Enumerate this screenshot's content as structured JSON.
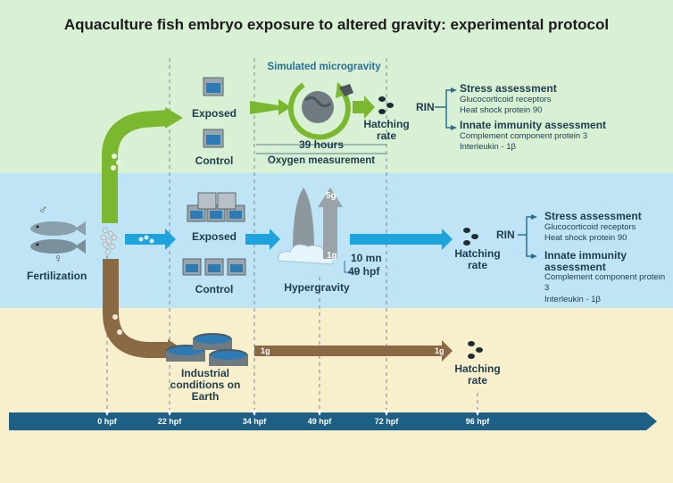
{
  "title": "Aquaculture fish embryo exposure to altered gravity: experimental protocol",
  "fertilization": {
    "label": "Fertilization",
    "male_symbol": "♂",
    "female_symbol": "♀"
  },
  "microgravity": {
    "header": "Simulated microgravity",
    "exposed": "Exposed",
    "control": "Control",
    "duration": "39 hours",
    "oxygen": "Oxygen measurement",
    "hatching": "Hatching rate",
    "rin": "RIN",
    "stress_title": "Stress assessment",
    "stress_items": [
      "Glucocorticoid receptors",
      "Heat shock protein 90"
    ],
    "immunity_title": "Innate immunity assessment",
    "immunity_items": [
      "Complement component protein 3",
      "Interleukin - 1β"
    ]
  },
  "hypergravity": {
    "exposed": "Exposed",
    "control": "Control",
    "label": "Hypergravity",
    "level_high": "5g",
    "level_low": "1g",
    "duration": "10 mn",
    "hpf": "49 hpf",
    "hatching": "Hatching rate",
    "rin": "RIN",
    "stress_title": "Stress assessment",
    "stress_items": [
      "Glucocorticoid receptors",
      "Heat shock protein 90"
    ],
    "immunity_title": "Innate immunity assessment",
    "immunity_items": [
      "Complement component protein 3",
      "Interleukin - 1β"
    ]
  },
  "earth": {
    "label": "Industrial conditions on Earth",
    "g_start": "1g",
    "g_end": "1g",
    "hatching": "Hatching rate"
  },
  "timeline": [
    "0 hpf",
    "22 hpf",
    "34 hpf",
    "49 hpf",
    "72 hpf",
    "96 hpf"
  ],
  "colors": {
    "green_arrow": "#7cb82f",
    "blue_arrow": "#1fa3dc",
    "brown_arrow": "#8a6a45",
    "timeline": "#1e5f86"
  }
}
